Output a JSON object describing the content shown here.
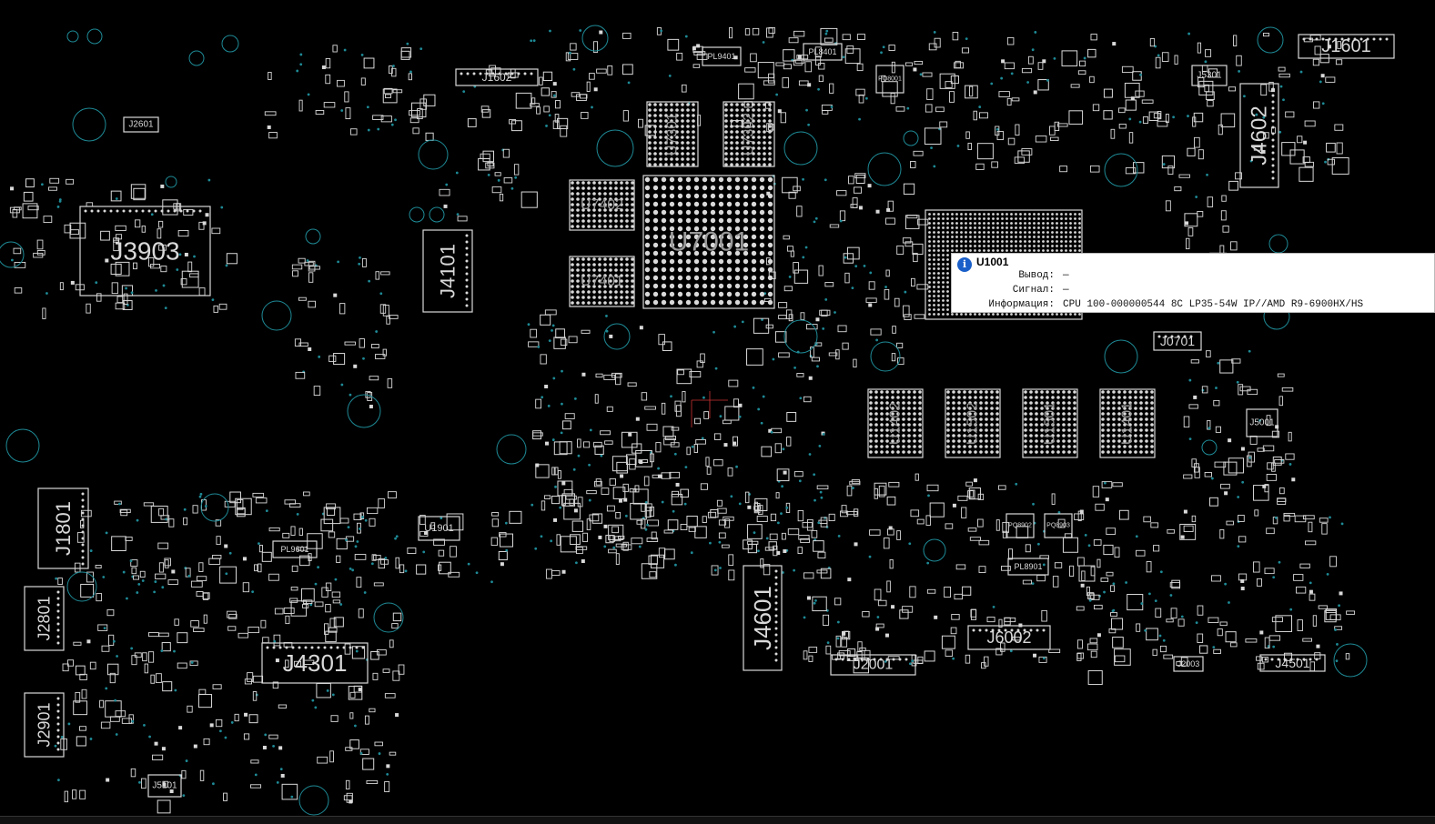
{
  "theme": {
    "background": "#000000",
    "outline": "#d9d9d9",
    "via": "#1e8a96",
    "tooltip_bg": "#ffffff",
    "info_icon": "#1a5fc9"
  },
  "board": {
    "components": [
      {
        "ref": "J3903"
      },
      {
        "ref": "J4101"
      },
      {
        "ref": "J1801"
      },
      {
        "ref": "J2801"
      },
      {
        "ref": "J2901"
      },
      {
        "ref": "J4301"
      },
      {
        "ref": "J4601"
      },
      {
        "ref": "J2001"
      },
      {
        "ref": "J6002"
      },
      {
        "ref": "J4501"
      },
      {
        "ref": "J1601"
      },
      {
        "ref": "J4602"
      },
      {
        "ref": "J1602"
      },
      {
        "ref": "J2601"
      },
      {
        "ref": "J0701"
      },
      {
        "ref": "J5001"
      },
      {
        "ref": "J5101"
      },
      {
        "ref": "J5301"
      },
      {
        "ref": "J2003"
      },
      {
        "ref": "U7001"
      },
      {
        "ref": "U7301"
      },
      {
        "ref": "U7302"
      },
      {
        "ref": "U7402"
      },
      {
        "ref": "U7401"
      },
      {
        "ref": "U1901"
      },
      {
        "ref": "U1402"
      },
      {
        "ref": "U1502"
      },
      {
        "ref": "U1501"
      },
      {
        "ref": "U1401"
      },
      {
        "ref": "PL9401"
      },
      {
        "ref": "PL8401"
      },
      {
        "ref": "PL9601"
      },
      {
        "ref": "PL8901"
      },
      {
        "ref": "PQ8001"
      },
      {
        "ref": "PQ8902"
      },
      {
        "ref": "PQ8903"
      }
    ]
  },
  "tooltip": {
    "icon": "info-icon",
    "title": "U1001",
    "rows": [
      {
        "key": "Вывод:",
        "value": "—"
      },
      {
        "key": "Сигнал:",
        "value": "—"
      },
      {
        "key": "Информация:",
        "value": "CPU 100-000000544 8C LP35-54W IP//AMD R9-6900HX/HS"
      }
    ]
  }
}
